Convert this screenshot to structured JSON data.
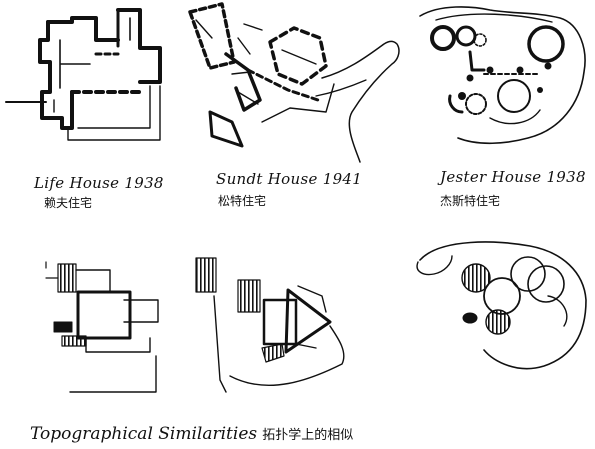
{
  "houses": [
    {
      "name_en": "Life House",
      "year": "1938",
      "name_zh": "赖夫住宅"
    },
    {
      "name_en": "Sundt House",
      "year": "1941",
      "name_zh": "松特住宅"
    },
    {
      "name_en": "Jester House",
      "year": "1938",
      "name_zh": "杰斯特住宅"
    }
  ],
  "caption": {
    "en": "Topographical Similarities",
    "zh": "拓扑学上的相似"
  }
}
